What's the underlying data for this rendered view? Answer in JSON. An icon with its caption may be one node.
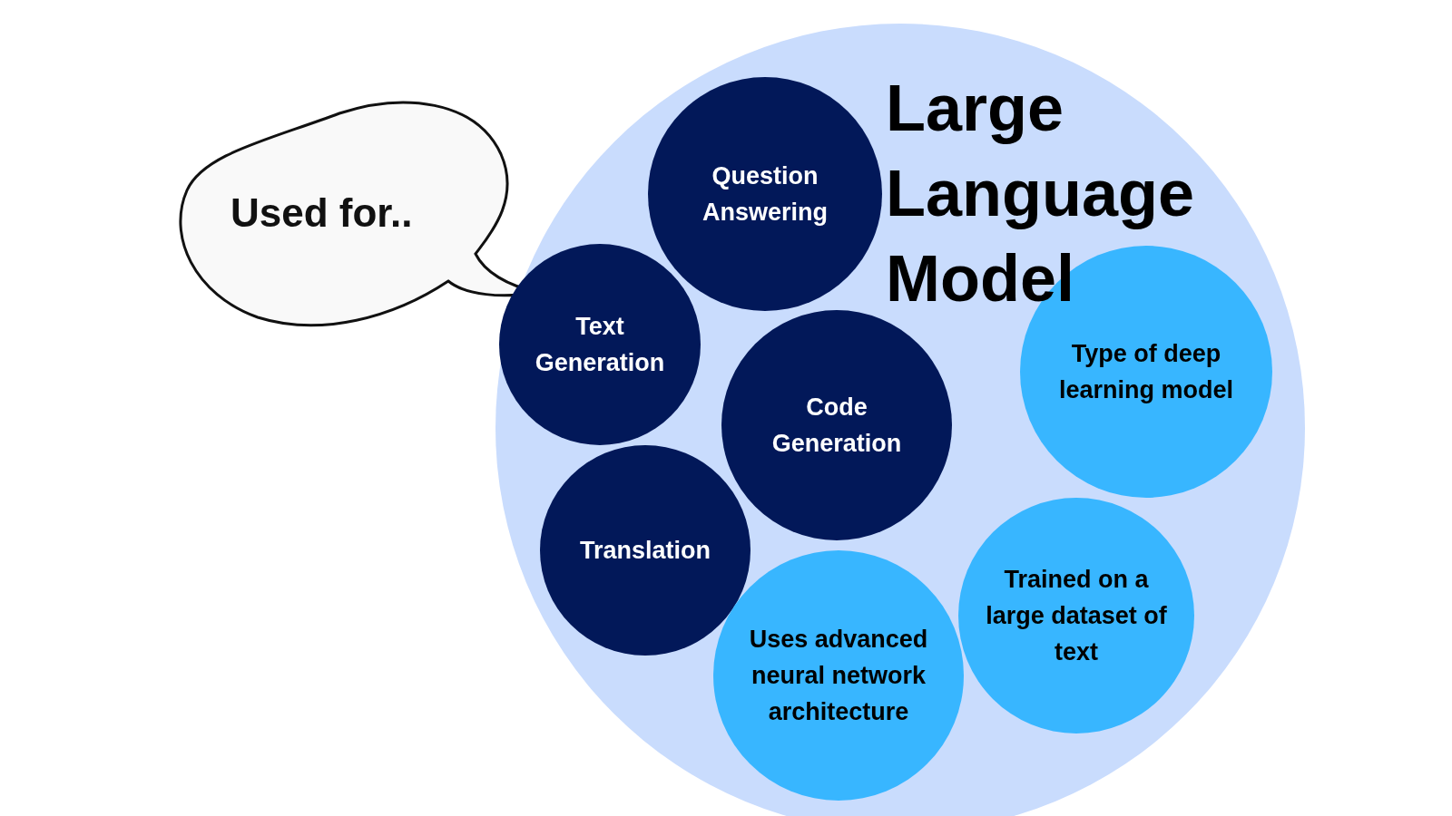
{
  "diagram": {
    "nodes": [
      {
        "text": [
          "Used for.."
        ]
      },
      {
        "text": [
          "Large Language Model"
        ]
      },
      {
        "text": [
          "Question Answering"
        ],
        "in": 1
      },
      {
        "text": [
          "Text Generation"
        ],
        "in": 1
      },
      {
        "text": [
          "Code Generation"
        ],
        "in": 1
      },
      {
        "text": [
          "Translation"
        ],
        "in": 1
      },
      {
        "text": [
          "Type of deep learning model"
        ],
        "in": 1
      },
      {
        "text": [
          "Trained on a large dataset of text"
        ],
        "in": 1
      },
      {
        "text": [
          "Uses advanced neural network architecture"
        ],
        "in": 1
      }
    ]
  }
}
